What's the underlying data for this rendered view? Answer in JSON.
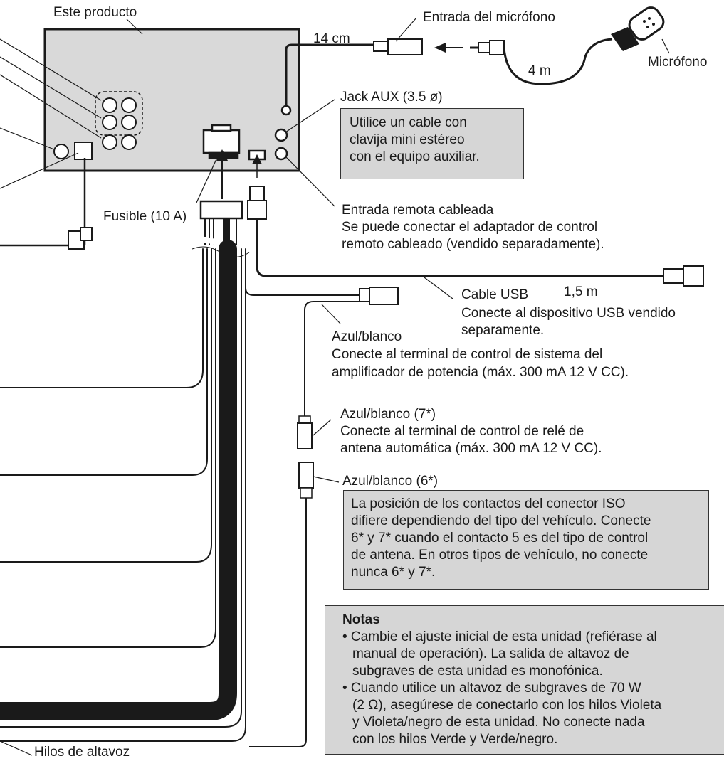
{
  "labels": {
    "product": "Este producto",
    "mic_input": "Entrada del micrófono",
    "mic_cable_length": "14 cm",
    "mic_cord_length": "4 m",
    "microphone": "Micrófono",
    "aux_jack": "Jack AUX (3.5 ø)",
    "fuse": "Fusible (10 A)",
    "remote_title": "Entrada remota cableada",
    "remote_line1": "Se puede conectar el adaptador de control",
    "remote_line2": "remoto cableado (vendido separadamente).",
    "usb_cable": "Cable USB",
    "usb_length": "1,5 m",
    "usb_desc_line1": "Conecte al dispositivo USB vendido",
    "usb_desc_line2": "separamente.",
    "blue_white": "Azul/blanco",
    "blue_white_desc_line1": "Conecte al terminal de control de sistema del",
    "blue_white_desc_line2": "amplificador de potencia (máx. 300 mA 12 V CC).",
    "blue_white_7": "Azul/blanco (7*)",
    "blue_white_7_line1": "Conecte al terminal de control de relé de",
    "blue_white_7_line2": "antena automática (máx. 300 mA 12 V CC).",
    "blue_white_6": "Azul/blanco (6*)",
    "speaker_leads": "Hilos de altavoz"
  },
  "aux_box": [
    "Utilice un cable con",
    "clavija mini estéreo",
    "con el equipo auxiliar."
  ],
  "iso_box": [
    "La posición de los contactos del conector ISO",
    "difiere dependiendo del tipo del vehículo. Conecte",
    "6* y 7* cuando el contacto 5 es del tipo de control",
    "de antena. En otros tipos de vehículo, no conecte",
    "nunca 6* y 7*."
  ],
  "notes": {
    "title": "Notas",
    "bullets": [
      [
        "• Cambie el ajuste inicial de esta unidad (refiérase al",
        "manual de operación). La salida de altavoz de",
        "subgraves de esta unidad es monofónica."
      ],
      [
        "• Cuando utilice un altavoz de subgraves de 70 W",
        "(2 Ω), asegúrese de conectarlo con los hilos Violeta",
        "y Violeta/negro de esta unidad. No conecte nada",
        "con los hilos Verde y Verde/negro."
      ]
    ]
  },
  "colors": {
    "box_fill": "#d6d6d6",
    "unit_fill": "#d9d9d9",
    "wire": "#1a1a1a"
  }
}
